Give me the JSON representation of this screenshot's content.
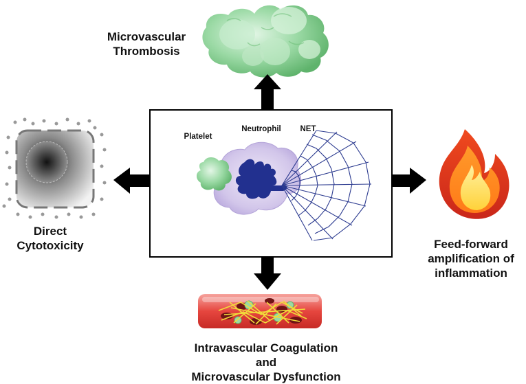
{
  "diagram": {
    "center": {
      "labels": {
        "platelet": "Platelet",
        "neutrophil": "Neutrophil",
        "net": "NET"
      }
    },
    "outcomes": {
      "top": {
        "line1": "Microvascular",
        "line2": "Thrombosis",
        "icon": "platelet-cluster-icon"
      },
      "left": {
        "line1": "Direct",
        "line2": "Cytotoxicity",
        "icon": "damaged-cell-icon"
      },
      "right": {
        "line1": "Feed-forward",
        "line2": "amplification of",
        "line3": "inflammation",
        "icon": "flame-icon"
      },
      "bottom": {
        "line1": "Intravascular Coagulation",
        "line2": "and",
        "line3": "Microvascular Dysfunction",
        "icon": "blood-vessel-clot-icon"
      }
    },
    "colors": {
      "arrow": "#000000",
      "platelet": "#7cc98a",
      "neutrophil_body": "#cdbfe6",
      "nucleus": "#1f2f8f",
      "net": "#2b3a8f",
      "vessel": "#e8554e",
      "flame_outer": "#e63b1e",
      "flame_inner": "#ffd43b"
    }
  }
}
